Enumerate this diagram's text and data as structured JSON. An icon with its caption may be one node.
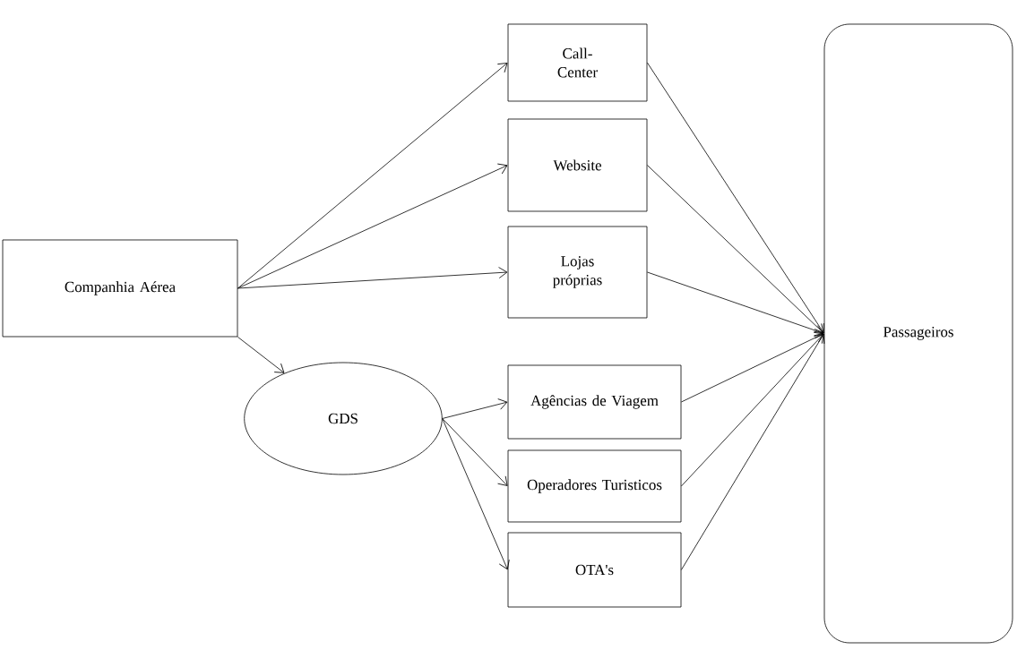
{
  "diagram": {
    "nodes": [
      {
        "text": [
          "Companhia Aérea"
        ]
      },
      {
        "text": [
          "Call-Center"
        ]
      },
      {
        "text": [
          "Website"
        ]
      },
      {
        "text": [
          "Lojas próprias"
        ]
      },
      {
        "text": [
          "GDS"
        ]
      },
      {
        "text": [
          "Agências de Viagem"
        ]
      },
      {
        "text": [
          "Operadores Turisticos"
        ]
      },
      {
        "text": [
          "OTA's"
        ]
      },
      {
        "text": [
          "Passageiros"
        ]
      }
    ],
    "edges": [
      {
        "from": 0,
        "to": 1,
        "arrow": "to"
      },
      {
        "from": 0,
        "to": 2,
        "arrow": "to"
      },
      {
        "from": 0,
        "to": 3,
        "arrow": "to"
      },
      {
        "from": 0,
        "to": 4,
        "arrow": "to"
      },
      {
        "from": 4,
        "to": 5,
        "arrow": "to"
      },
      {
        "from": 4,
        "to": 6,
        "arrow": "to"
      },
      {
        "from": 4,
        "to": 7,
        "arrow": "to"
      },
      {
        "from": 1,
        "to": 8,
        "arrow": "to"
      },
      {
        "from": 2,
        "to": 8,
        "arrow": "to"
      },
      {
        "from": 3,
        "to": 8,
        "arrow": "to"
      },
      {
        "from": 5,
        "to": 8,
        "arrow": "to"
      },
      {
        "from": 6,
        "to": 8,
        "arrow": "to"
      },
      {
        "from": 7,
        "to": 8,
        "arrow": "to"
      }
    ]
  }
}
